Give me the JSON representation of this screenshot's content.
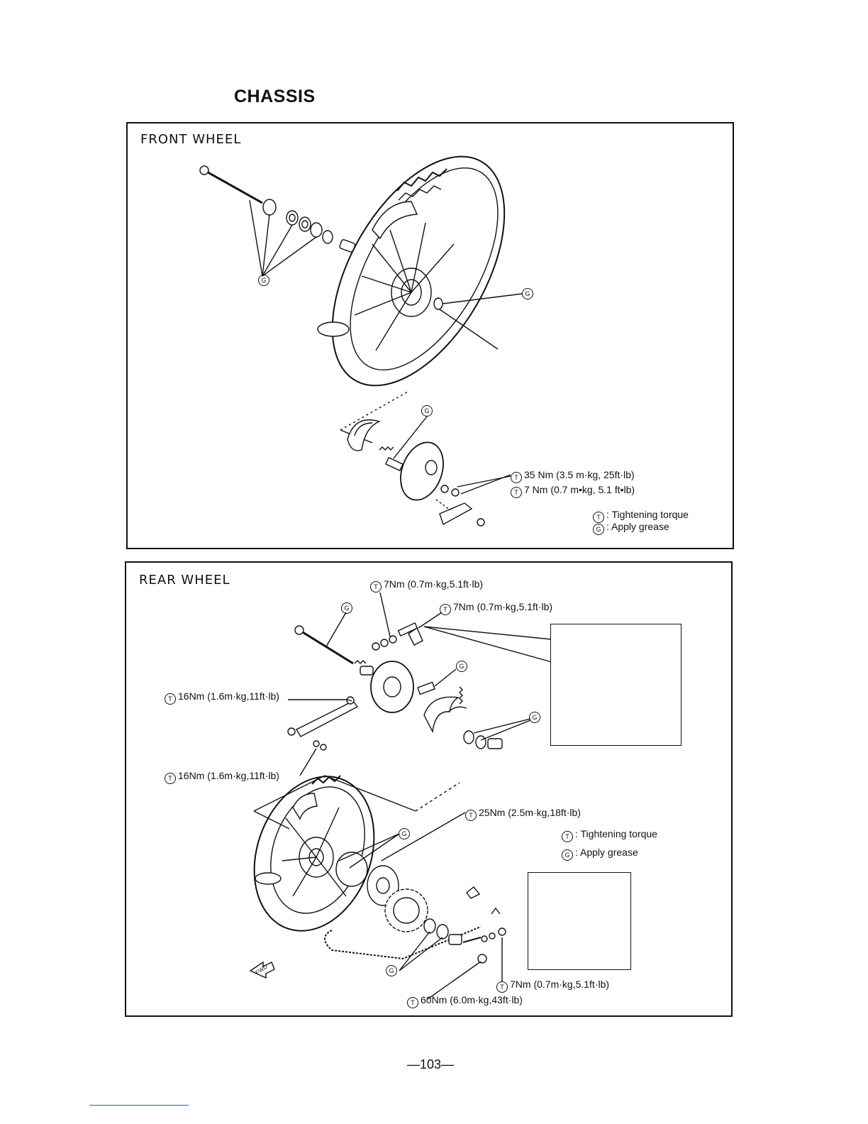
{
  "page": {
    "section_title": "CHASSIS",
    "page_number": "—103—"
  },
  "front_wheel": {
    "title": "FRONT WHEEL",
    "grease_symbol": "G",
    "torque_symbol": "T",
    "callouts": {
      "torque_1": "35 Nm (3.5 m·kg, 25ft·lb)",
      "torque_2": "7 Nm (0.7 m•kg, 5.1 ft•lb)"
    },
    "legend": {
      "torque": ": Tightening torque",
      "grease": ": Apply grease"
    }
  },
  "rear_wheel": {
    "title": "REAR WHEEL",
    "grease_symbol": "G",
    "torque_symbol": "T",
    "callouts": {
      "torque_top_1": "7Nm (0.7m·kg,5.1ft·lb)",
      "torque_top_2": "7Nm (0.7m·kg,5.1ft·lb)",
      "torque_left_1": "16Nm (1.6m·kg,11ft·lb)",
      "torque_left_2": "16Nm (1.6m·kg,11ft·lb)",
      "torque_right": "25Nm (2.5m·kg,18ft·lb)",
      "torque_bottom_1": "7Nm (0.7m·kg,5.1ft·lb)",
      "torque_bottom_2": "60Nm (6.0m·kg,43ft·lb)"
    },
    "legend": {
      "torque": ": Tightening torque",
      "grease": ": Apply grease"
    },
    "fwd_label": "FWD"
  }
}
